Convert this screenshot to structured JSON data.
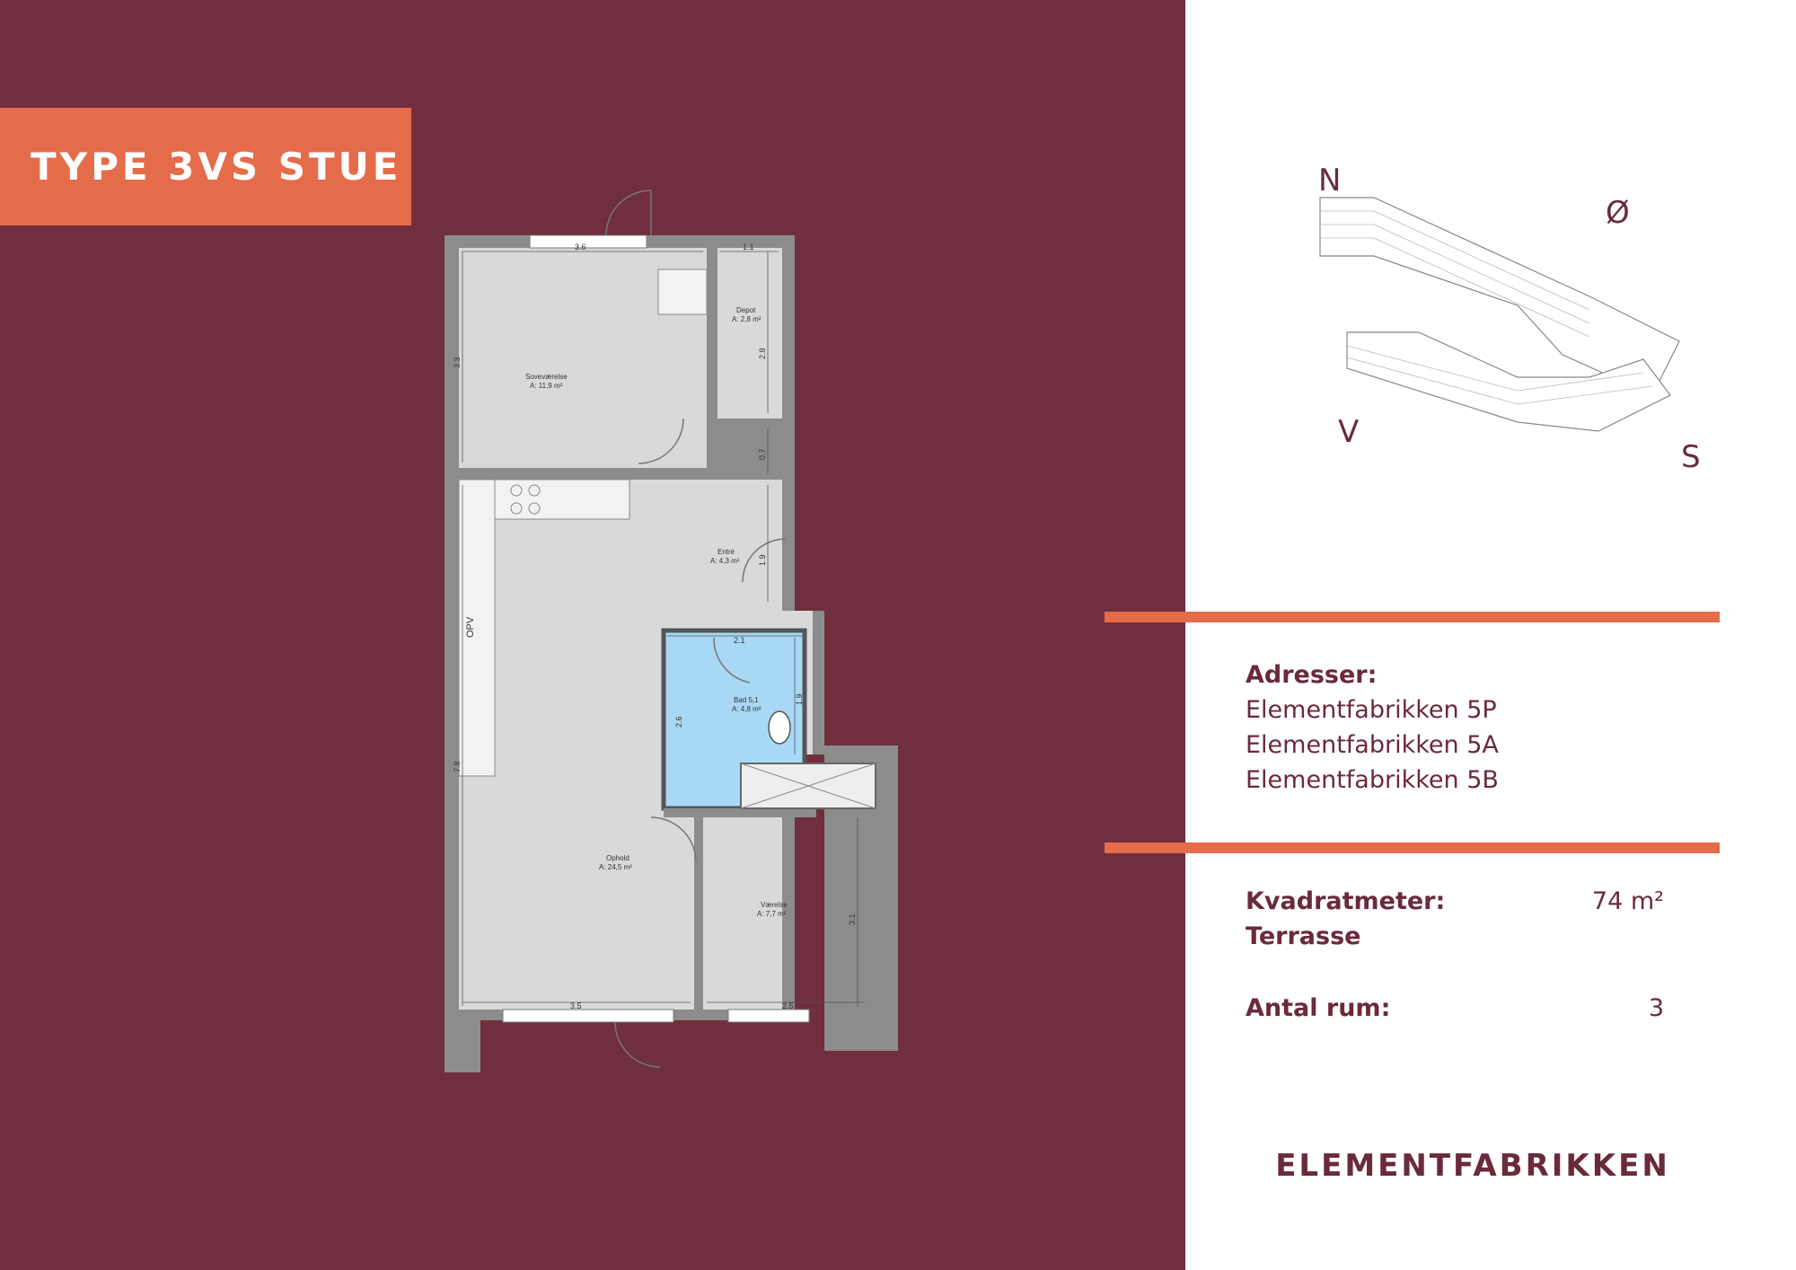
{
  "header": {
    "title": "TYPE 3VS STUE"
  },
  "compass": {
    "north": "N",
    "east": "Ø",
    "west": "V",
    "south": "S"
  },
  "floorplan": {
    "rooms": {
      "sovevaerelse": {
        "name": "Soveværelse",
        "area": "A: 11,9 m²"
      },
      "depot": {
        "name": "Depot",
        "area": "A: 2,8 m²"
      },
      "entre": {
        "name": "Entré",
        "area": "A: 4,3 m²"
      },
      "bad": {
        "name": "Bad 5,1",
        "area": "A: 4,8 m²"
      },
      "ophold": {
        "name": "Ophold",
        "area": "A: 24,5 m²"
      },
      "vaerelse": {
        "name": "Værelse",
        "area": "A: 7,7 m²"
      }
    },
    "dimensions": {
      "d36": "3.6",
      "d11": "1.1",
      "d33": "3.3",
      "d28": "2.8",
      "d07": "0.7",
      "d19a": "1.9",
      "d21": "2.1",
      "d19b": "1.9",
      "d26": "2.6",
      "d78": "7.8",
      "d31": "3.1",
      "d35": "3.5",
      "d25": "2.5"
    },
    "opv_label": "OPV"
  },
  "info": {
    "address_label": "Adresser:",
    "addresses": [
      "Elementfabrikken 5P",
      "Elementfabrikken 5A",
      "Elementfabrikken 5B"
    ],
    "area_label": "Kvadratmeter:",
    "area_value": "74 m²",
    "terrace_label": "Terrasse",
    "rooms_label": "Antal rum:",
    "rooms_value": "3"
  },
  "brand": {
    "name": "ELEMENTFABRIKKEN"
  },
  "colors": {
    "burgundy": "#702f3e",
    "accent": "#e56c4a",
    "text": "#6b2a3a",
    "floor": "#d9d9d9",
    "wall": "#8c8c8c",
    "bath": "#a8d8f5"
  }
}
